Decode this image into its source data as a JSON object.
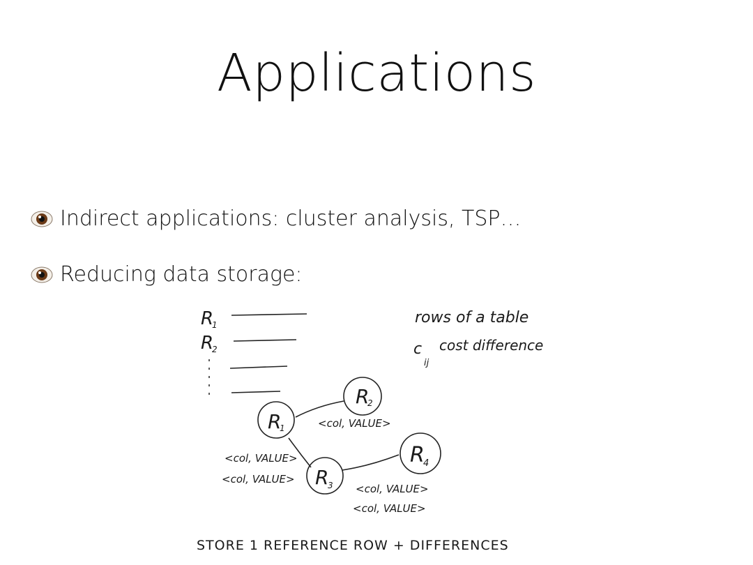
{
  "slide": {
    "title": "Applications",
    "bullets": [
      {
        "icon": "eye-icon",
        "text": "Indirect applications: cluster analysis, TSP…"
      },
      {
        "icon": "eye-icon",
        "text": "Reducing data storage:"
      }
    ]
  },
  "sketch": {
    "row_labels": [
      "R",
      "R",
      "⋮"
    ],
    "row_label_subscripts": [
      "1",
      "2"
    ],
    "legend_rows": "rows of a table",
    "legend_cost_symbol": "c",
    "legend_cost_subscript": "ij",
    "legend_cost": "cost difference",
    "nodes": [
      {
        "label": "R",
        "sub": "1"
      },
      {
        "label": "R",
        "sub": "2"
      },
      {
        "label": "R",
        "sub": "3"
      },
      {
        "label": "R",
        "sub": "4"
      }
    ],
    "edge_labels": {
      "r1_r2": [
        "<col, VALUE>"
      ],
      "r1_r3": [
        "<col, VALUE>",
        "<col, VALUE>"
      ],
      "r3_r4": [
        "<col, VALUE>",
        "<col, VALUE>"
      ]
    },
    "caption": "STORE 1 REFERENCE ROW + DIFFERENCES"
  }
}
